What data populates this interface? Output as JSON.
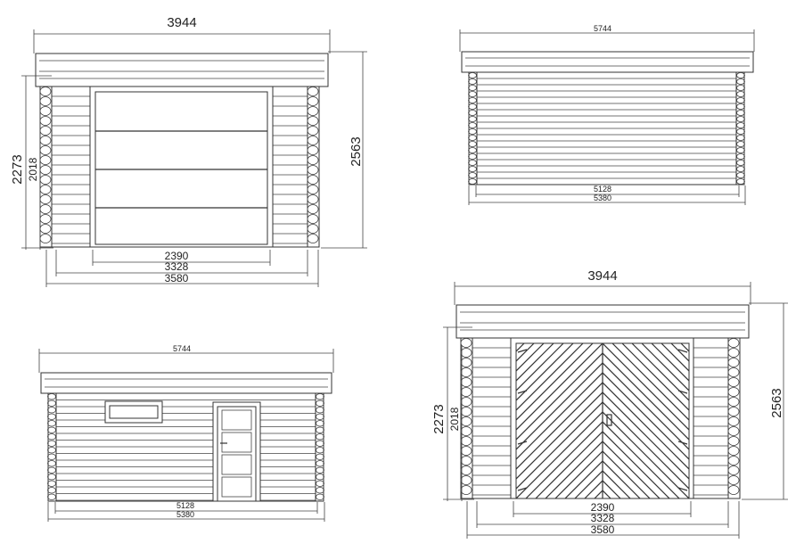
{
  "views": {
    "front_garage": {
      "overall_width": "3944",
      "height_total": "2563",
      "height_wall": "2273",
      "height_door": "2018",
      "door_width": "2390",
      "wall_inner": "3328",
      "wall_outer": "3580"
    },
    "side_right": {
      "overall_width": "5744",
      "wall_inner": "5128",
      "wall_outer": "5380"
    },
    "side_left": {
      "overall_width": "5744",
      "wall_inner": "5128",
      "wall_outer": "5380"
    },
    "front_double_door": {
      "overall_width": "3944",
      "height_total": "2563",
      "height_wall": "2273",
      "height_door": "2018",
      "door_width": "2390",
      "wall_inner": "3328",
      "wall_outer": "3580"
    }
  }
}
